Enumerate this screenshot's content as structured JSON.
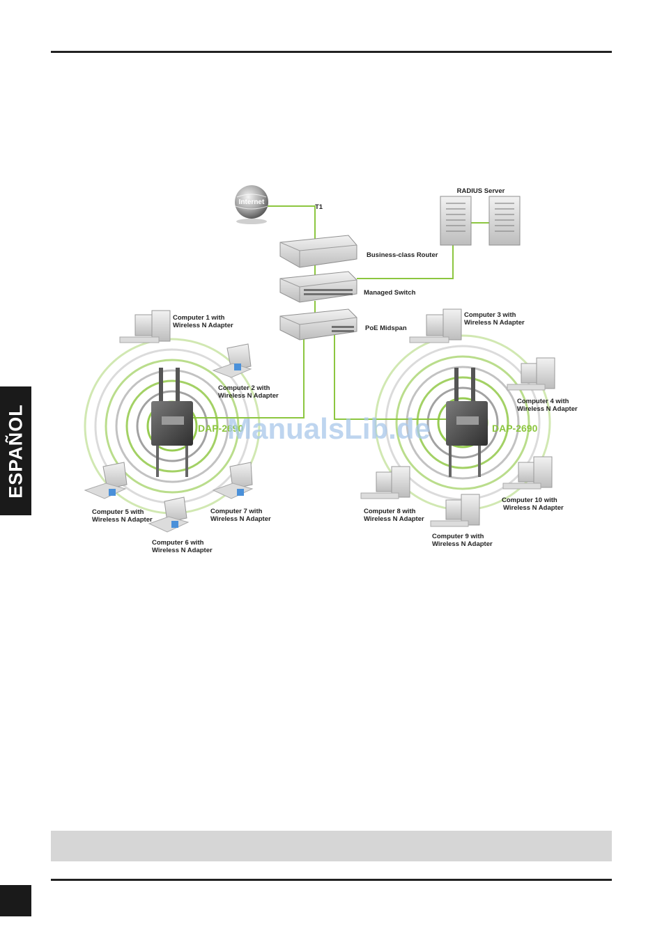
{
  "sidebar": {
    "tab_label": "ESPAÑOL"
  },
  "diagram": {
    "internet": "Internet",
    "t1": "T1",
    "radius": "RADIUS Server",
    "router": "Business-class Router",
    "switch": "Managed Switch",
    "midspan": "PoE Midspan",
    "ap_left": "DAP-2690",
    "ap_right": "DAP-2690",
    "watermark": "ManualsLib.de",
    "computers": [
      {
        "name": "Computer 1 with",
        "adapter": "Wireless N Adapter"
      },
      {
        "name": "Computer 2 with",
        "adapter": "Wireless N Adapter"
      },
      {
        "name": "Computer 3 with",
        "adapter": "Wireless N Adapter"
      },
      {
        "name": "Computer 4 with",
        "adapter": "Wireless N Adapter"
      },
      {
        "name": "Computer 5 with",
        "adapter": "Wireless N Adapter"
      },
      {
        "name": "Computer 6 with",
        "adapter": "Wireless N Adapter"
      },
      {
        "name": "Computer 7 with",
        "adapter": "Wireless N Adapter"
      },
      {
        "name": "Computer 8 with",
        "adapter": "Wireless N Adapter"
      },
      {
        "name": "Computer 9 with",
        "adapter": "Wireless N Adapter"
      },
      {
        "name": "Computer 10 with",
        "adapter": "Wireless N Adapter"
      }
    ]
  },
  "colors": {
    "link": "#8cc63f",
    "dark": "#1a1a1a",
    "note_bar": "#d6d6d6"
  }
}
